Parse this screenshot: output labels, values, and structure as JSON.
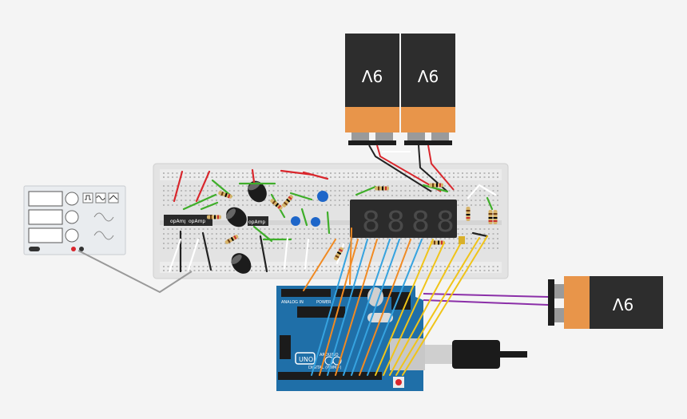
{
  "battery_top_left": {
    "label": "9V",
    "orientation": "rotated-180"
  },
  "battery_top_right": {
    "label": "9V",
    "orientation": "rotated-180"
  },
  "battery_right": {
    "label": "9V",
    "orientation": "rotated-180"
  },
  "display": {
    "digits": [
      "8",
      "8",
      "8",
      "8"
    ],
    "color": "#2b2b2b"
  },
  "chips": [
    {
      "label": "opAmp"
    },
    {
      "label": "opAmp"
    },
    {
      "label": "opAmp"
    }
  ],
  "arduino": {
    "logo": "UNO",
    "brand": "ARDUINO",
    "header_power": "POWER",
    "header_analog": "ANALOG IN",
    "header_digital": "DIGITAL (PWM~)",
    "color": "#1f6fa8"
  },
  "function_generator": {
    "color": "#e9ecef"
  },
  "colors": {
    "battery_orange": "#e8954a",
    "battery_dark": "#2d2d2d",
    "breadboard": "#e2e2e2",
    "wire_red": "#d9262c",
    "wire_green": "#3fae2a",
    "wire_blue": "#36a3e0",
    "wire_orange": "#f18a22",
    "wire_yellow": "#f0c419",
    "wire_purple": "#8b2fa8",
    "wire_white": "#ffffff",
    "wire_black": "#222222"
  }
}
